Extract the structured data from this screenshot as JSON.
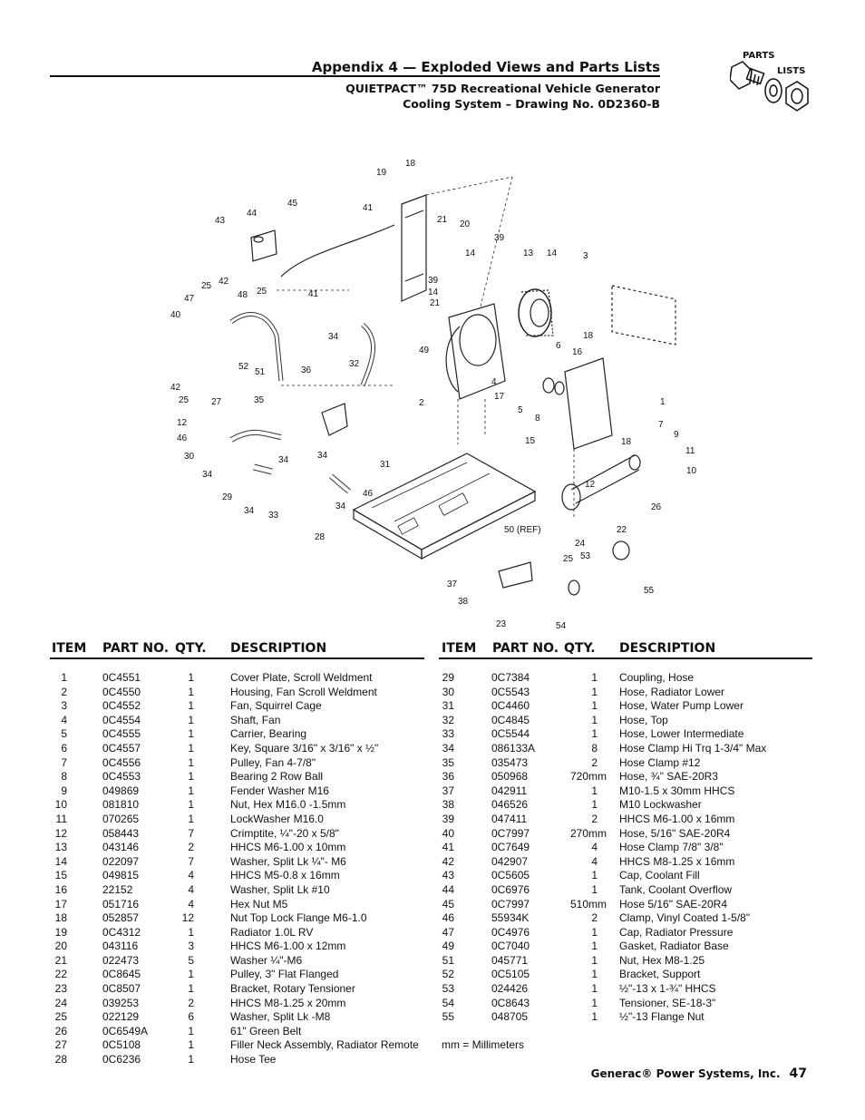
{
  "header": {
    "title": "Appendix 4 — Exploded Views and Parts Lists",
    "subtitle_line1": "QUIETPACT™ 75D Recreational Vehicle Generator",
    "subtitle_line2": "Cooling System – Drawing No. 0D2360-B"
  },
  "logo": {
    "line1": "PARTS",
    "line2": "LISTS"
  },
  "diagram": {
    "callouts": [
      "18",
      "19",
      "45",
      "41",
      "21",
      "20",
      "39",
      "43",
      "44",
      "14",
      "13",
      "14",
      "3",
      "42",
      "25",
      "48",
      "25",
      "41",
      "39",
      "14",
      "21",
      "47",
      "40",
      "34",
      "32",
      "49",
      "36",
      "35",
      "52",
      "51",
      "42",
      "25",
      "27",
      "12",
      "46",
      "30",
      "34",
      "34",
      "34",
      "29",
      "34",
      "33",
      "28",
      "31",
      "46",
      "34",
      "6",
      "18",
      "16",
      "4",
      "17",
      "5",
      "8",
      "2",
      "15",
      "18",
      "1",
      "7",
      "9",
      "11",
      "10",
      "12",
      "26",
      "22",
      "24",
      "25",
      "53",
      "50 (REF)",
      "37",
      "38",
      "23",
      "54",
      "55"
    ]
  },
  "table_headers": {
    "item": "ITEM",
    "part_no": "PART NO.",
    "qty": "QTY.",
    "description": "DESCRIPTION"
  },
  "parts_left": [
    {
      "item": "1",
      "part": "0C4551",
      "qty": "1",
      "desc": "Cover Plate, Scroll Weldment"
    },
    {
      "item": "2",
      "part": "0C4550",
      "qty": "1",
      "desc": "Housing, Fan Scroll Weldment"
    },
    {
      "item": "3",
      "part": "0C4552",
      "qty": "1",
      "desc": "Fan, Squirrel Cage"
    },
    {
      "item": "4",
      "part": "0C4554",
      "qty": "1",
      "desc": "Shaft, Fan"
    },
    {
      "item": "5",
      "part": "0C4555",
      "qty": "1",
      "desc": "Carrier, Bearing"
    },
    {
      "item": "6",
      "part": "0C4557",
      "qty": "1",
      "desc": "Key, Square 3/16\" x 3/16\" x ½\""
    },
    {
      "item": "7",
      "part": "0C4556",
      "qty": "1",
      "desc": "Pulley, Fan 4-7/8\""
    },
    {
      "item": "8",
      "part": "0C4553",
      "qty": "1",
      "desc": "Bearing 2 Row Ball"
    },
    {
      "item": "9",
      "part": "049869",
      "qty": "1",
      "desc": "Fender Washer M16"
    },
    {
      "item": "10",
      "part": "081810",
      "qty": "1",
      "desc": "Nut, Hex M16.0 -1.5mm"
    },
    {
      "item": "11",
      "part": "070265",
      "qty": "1",
      "desc": "LockWasher M16.0"
    },
    {
      "item": "12",
      "part": "058443",
      "qty": "7",
      "desc": "Crimptite, ¼\"-20 x 5/8\""
    },
    {
      "item": "13",
      "part": "043146",
      "qty": "2",
      "desc": "HHCS M6-1.00 x 10mm"
    },
    {
      "item": "14",
      "part": "022097",
      "qty": "7",
      "desc": "Washer, Split Lk ¼\"- M6"
    },
    {
      "item": "15",
      "part": "049815",
      "qty": "4",
      "desc": "HHCS M5-0.8 x 16mm"
    },
    {
      "item": "16",
      "part": "22152",
      "qty": "4",
      "desc": "Washer, Split Lk #10"
    },
    {
      "item": "17",
      "part": "051716",
      "qty": "4",
      "desc": "Hex Nut M5"
    },
    {
      "item": "18",
      "part": "052857",
      "qty": "12",
      "desc": "Nut Top Lock Flange M6-1.0"
    },
    {
      "item": "19",
      "part": "0C4312",
      "qty": "1",
      "desc": "Radiator 1.0L RV"
    },
    {
      "item": "20",
      "part": "043116",
      "qty": "3",
      "desc": "HHCS M6-1.00 x 12mm"
    },
    {
      "item": "21",
      "part": "022473",
      "qty": "5",
      "desc": "Washer ¼\"-M6"
    },
    {
      "item": "22",
      "part": "0C8645",
      "qty": "1",
      "desc": "Pulley, 3\" Flat Flanged"
    },
    {
      "item": "23",
      "part": "0C8507",
      "qty": "1",
      "desc": "Bracket, Rotary Tensioner"
    },
    {
      "item": "24",
      "part": "039253",
      "qty": "2",
      "desc": "HHCS M8-1.25 x 20mm"
    },
    {
      "item": "25",
      "part": "022129",
      "qty": "6",
      "desc": "Washer, Split Lk -M8"
    },
    {
      "item": "26",
      "part": "0C6549A",
      "qty": "1",
      "desc": "61\" Green Belt"
    },
    {
      "item": "27",
      "part": "0C5108",
      "qty": "1",
      "desc": "Filler Neck Assembly, Radiator Remote"
    },
    {
      "item": "28",
      "part": "0C6236",
      "qty": "1",
      "desc": "Hose Tee"
    }
  ],
  "parts_right": [
    {
      "item": "29",
      "part": "0C7384",
      "qty": "1",
      "desc": "Coupling, Hose"
    },
    {
      "item": "30",
      "part": "0C5543",
      "qty": "1",
      "desc": "Hose, Radiator Lower"
    },
    {
      "item": "31",
      "part": "0C4460",
      "qty": "1",
      "desc": "Hose, Water Pump Lower"
    },
    {
      "item": "32",
      "part": "0C4845",
      "qty": "1",
      "desc": "Hose, Top"
    },
    {
      "item": "33",
      "part": "0C5544",
      "qty": "1",
      "desc": "Hose, Lower Intermediate"
    },
    {
      "item": "34",
      "part": "086133A",
      "qty": "8",
      "desc": "Hose Clamp Hi Trq 1-3/4\" Max"
    },
    {
      "item": "35",
      "part": "035473",
      "qty": "2",
      "desc": "Hose Clamp #12"
    },
    {
      "item": "36",
      "part": "050968",
      "qty": "720mm",
      "desc": "Hose, ¾\"  SAE-20R3"
    },
    {
      "item": "37",
      "part": "042911",
      "qty": "1",
      "desc": "M10-1.5 x 30mm HHCS"
    },
    {
      "item": "38",
      "part": "046526",
      "qty": "1",
      "desc": "M10 Lockwasher"
    },
    {
      "item": "39",
      "part": "047411",
      "qty": "2",
      "desc": "HHCS M6-1.00 x 16mm"
    },
    {
      "item": "40",
      "part": "0C7997",
      "qty": "270mm",
      "desc": "Hose, 5/16\" SAE-20R4"
    },
    {
      "item": "41",
      "part": "0C7649",
      "qty": "4",
      "desc": "Hose Clamp 7/8\" 3/8\""
    },
    {
      "item": "42",
      "part": "042907",
      "qty": "4",
      "desc": "HHCS M8-1.25 x 16mm"
    },
    {
      "item": "43",
      "part": "0C5605",
      "qty": "1",
      "desc": "Cap, Coolant Fill"
    },
    {
      "item": "44",
      "part": "0C6976",
      "qty": "1",
      "desc": "Tank, Coolant Overflow"
    },
    {
      "item": "45",
      "part": "0C7997",
      "qty": "510mm",
      "desc": "Hose 5/16\" SAE-20R4"
    },
    {
      "item": "46",
      "part": "55934K",
      "qty": "2",
      "desc": "Clamp, Vinyl Coated 1-5/8\""
    },
    {
      "item": "47",
      "part": "0C4976",
      "qty": "1",
      "desc": "Cap, Radiator Pressure"
    },
    {
      "item": "49",
      "part": "0C7040",
      "qty": "1",
      "desc": "Gasket, Radiator Base"
    },
    {
      "item": "51",
      "part": "045771",
      "qty": "1",
      "desc": "Nut, Hex M8-1.25"
    },
    {
      "item": "52",
      "part": "0C5105",
      "qty": "1",
      "desc": "Bracket, Support"
    },
    {
      "item": "53",
      "part": "024426",
      "qty": "1",
      "desc": "½\"-13 x 1-¾\" HHCS"
    },
    {
      "item": "54",
      "part": "0C8643",
      "qty": "1",
      "desc": "Tensioner, SE-18-3\""
    },
    {
      "item": "55",
      "part": "048705",
      "qty": "1",
      "desc": "½\"-13 Flange Nut"
    }
  ],
  "note": "mm = Millimeters",
  "footer": {
    "company": "Generac® Power Systems, Inc.",
    "page": "47"
  }
}
